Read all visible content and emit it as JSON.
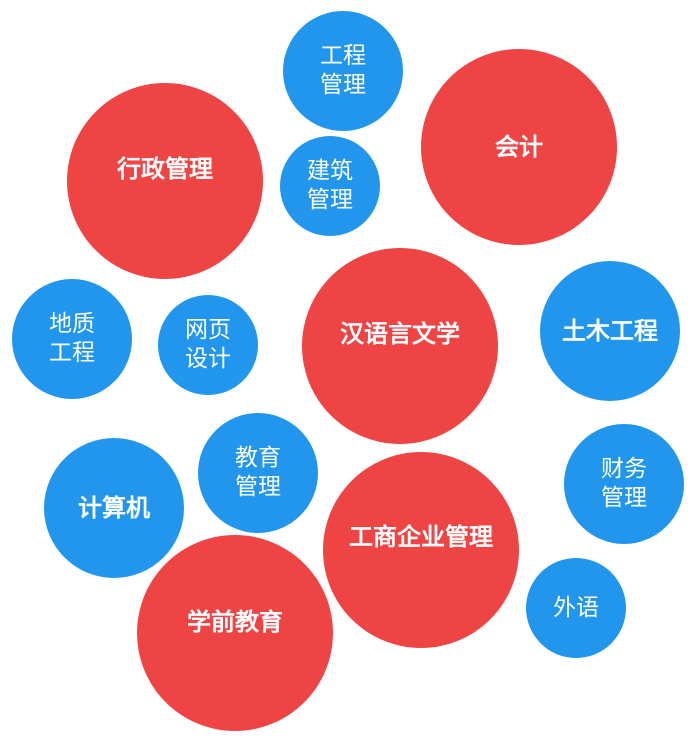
{
  "colors": {
    "major": "#EE4444",
    "minor": "#2196EC"
  },
  "bubbles": [
    {
      "lines": [
        "工程",
        "管理"
      ]
    },
    {
      "lines": [
        "会计"
      ]
    },
    {
      "lines": [
        "行政管理"
      ]
    },
    {
      "lines": [
        "建筑",
        "管理"
      ]
    },
    {
      "lines": [
        "地质",
        "工程"
      ]
    },
    {
      "lines": [
        "网页",
        "设计"
      ]
    },
    {
      "lines": [
        "汉语言文学"
      ]
    },
    {
      "lines": [
        "土木工程"
      ]
    },
    {
      "lines": [
        "教育",
        "管理"
      ]
    },
    {
      "lines": [
        "计算机"
      ]
    },
    {
      "lines": [
        "财务",
        "管理"
      ]
    },
    {
      "lines": [
        "工商企业管理"
      ]
    },
    {
      "lines": [
        "学前教育"
      ]
    },
    {
      "lines": [
        "外语"
      ]
    }
  ]
}
